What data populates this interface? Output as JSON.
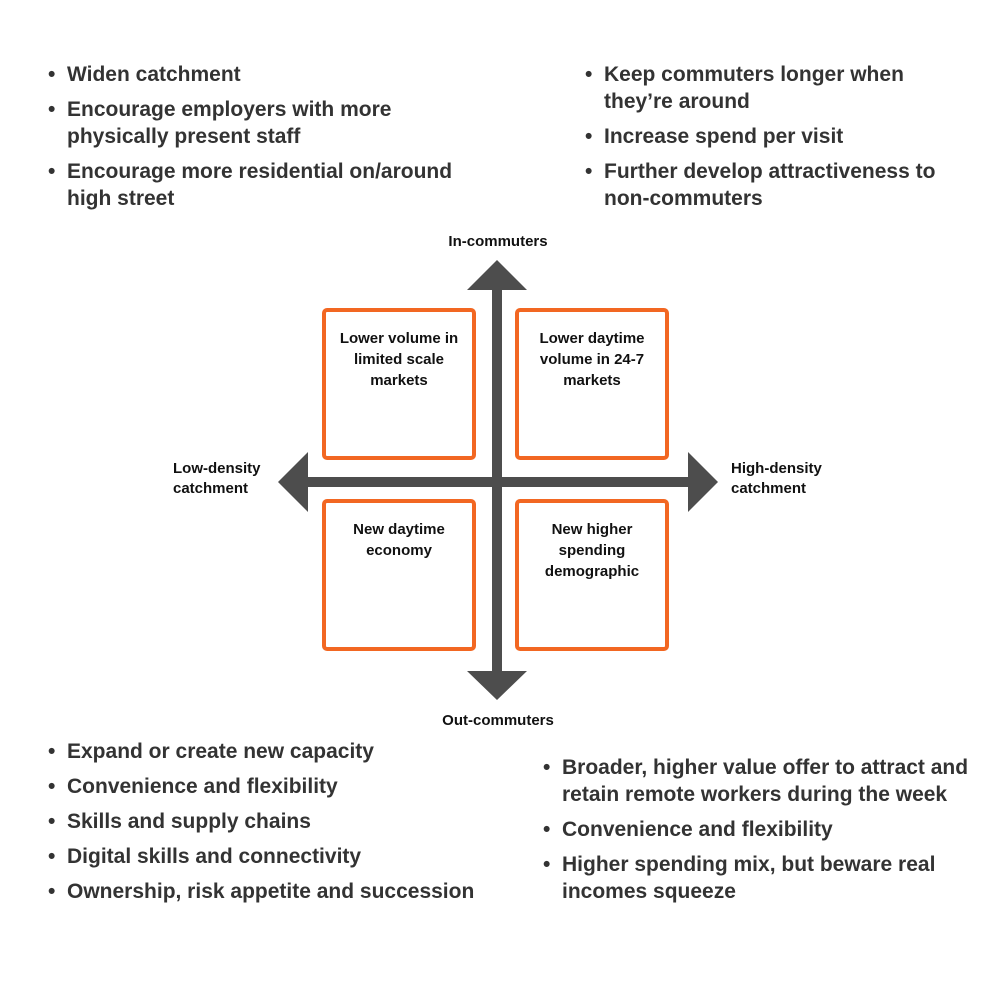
{
  "colors": {
    "accent": "#f26722",
    "axis": "#4d4d4d",
    "text": "#333333"
  },
  "lists": {
    "top_left": [
      "Widen catchment",
      "Encourage employers with more physically present staff",
      "Encourage more residential on/around high street"
    ],
    "top_right": [
      "Keep commuters longer when they’re around",
      "Increase spend per visit",
      "Further develop attractiveness to non-commuters"
    ],
    "bottom_left": [
      "Expand or create new capacity",
      "Convenience and flexibility",
      "Skills and supply chains",
      "Digital skills and connectivity",
      "Ownership, risk appetite and succession"
    ],
    "bottom_right": [
      "Broader, higher value offer to attract and retain remote workers during the week",
      "Convenience and flexibility",
      "Higher spending mix, but beware real incomes squeeze"
    ]
  },
  "axes": {
    "top": "In-commuters",
    "bottom": "Out-commuters",
    "left": "Low-density catchment",
    "right": "High-density catchment"
  },
  "quadrants": {
    "top_left": "Lower volume in limited scale markets",
    "top_right": "Lower daytime volume in 24-7 markets",
    "bottom_left": "New daytime economy",
    "bottom_right": "New higher spending demographic"
  }
}
